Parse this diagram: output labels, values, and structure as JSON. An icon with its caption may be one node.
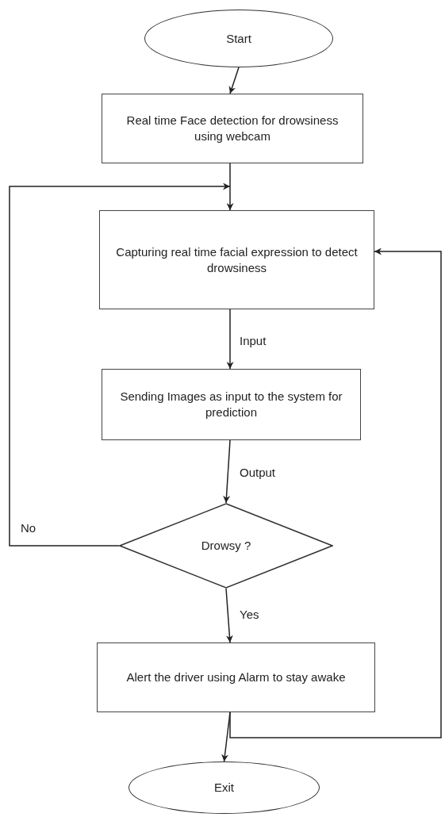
{
  "diagram": {
    "nodes": [
      {
        "text": [
          "Start"
        ]
      },
      {
        "text": [
          "Real time Face detection for drowsiness using webcam"
        ]
      },
      {
        "text": [
          "Capturing real time facial expression to detect drowsiness"
        ]
      },
      {
        "text": [
          "Sending Images as input to the system for prediction"
        ]
      },
      {
        "text": [
          "Drowsy ?"
        ]
      },
      {
        "text": [
          "Alert the driver using Alarm to stay awake"
        ]
      },
      {
        "text": [
          "Exit"
        ]
      }
    ],
    "edges": [
      {
        "from": 0,
        "to": 1,
        "arrow": "to"
      },
      {
        "from": 1,
        "to": 2,
        "arrow": "to"
      },
      {
        "from": 2,
        "to": 3,
        "arrow": "to",
        "label": "Input"
      },
      {
        "from": 3,
        "to": 4,
        "arrow": "to",
        "label": "Output"
      },
      {
        "from": 4,
        "to": 2,
        "arrow": "to",
        "label": "No"
      },
      {
        "from": 4,
        "to": 5,
        "arrow": "to",
        "label": "Yes"
      },
      {
        "from": 5,
        "to": 6,
        "arrow": "to"
      },
      {
        "from": 5,
        "to": 2,
        "arrow": "to"
      }
    ]
  }
}
